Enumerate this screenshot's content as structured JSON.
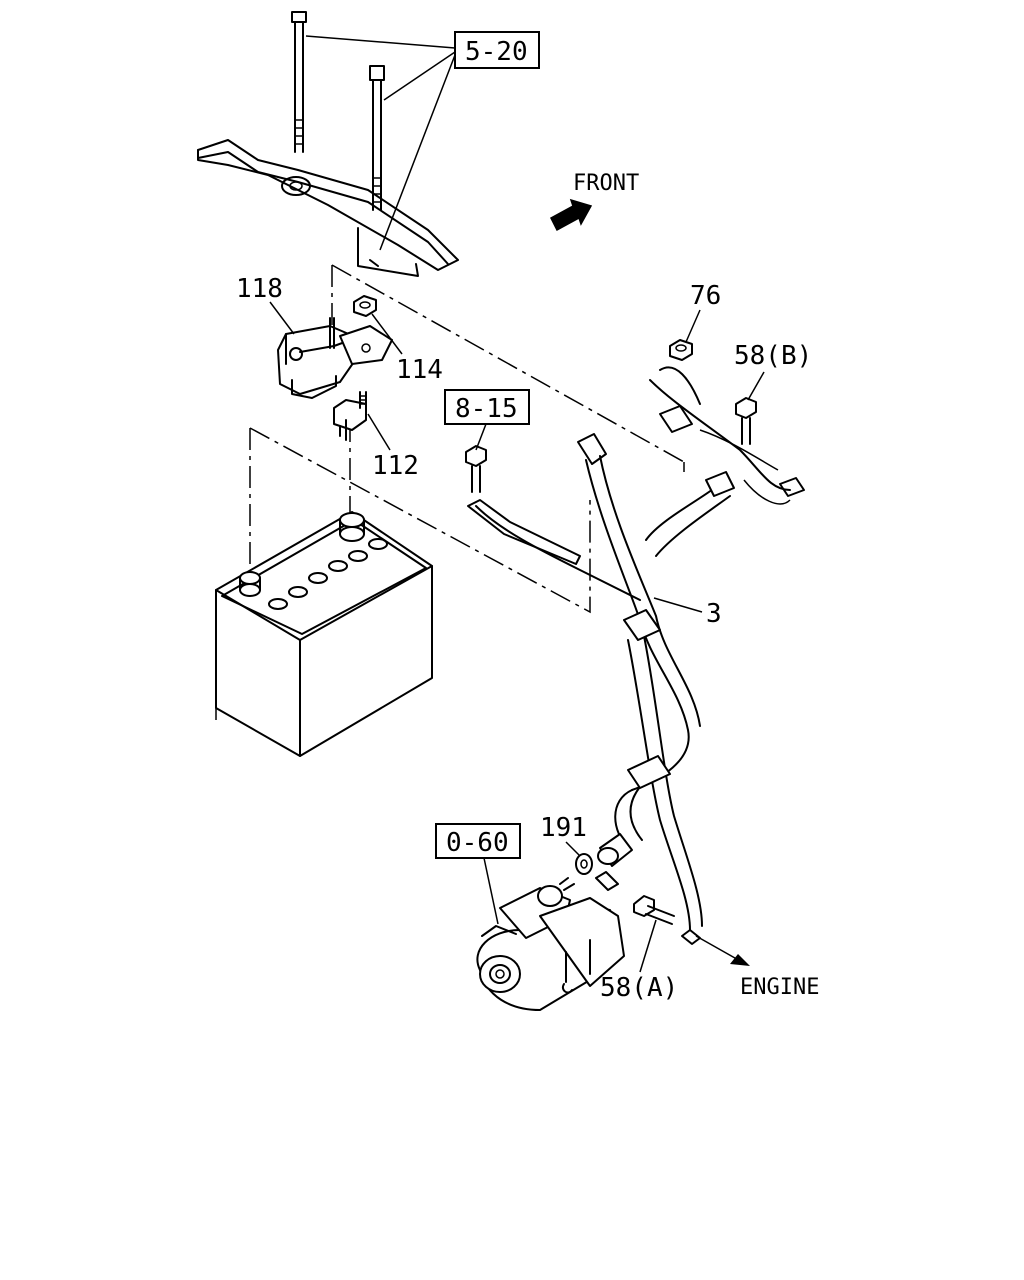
{
  "direction": {
    "front": "FRONT",
    "engine": "ENGINE"
  },
  "references": {
    "ref_5_20": "5-20",
    "ref_8_15": "8-15",
    "ref_0_60": "0-60"
  },
  "callouts": {
    "p118": "118",
    "p114": "114",
    "p112": "112",
    "p76": "76",
    "p58b": "58(B)",
    "p3": "3",
    "p191": "191",
    "p58a": "58(A)"
  }
}
